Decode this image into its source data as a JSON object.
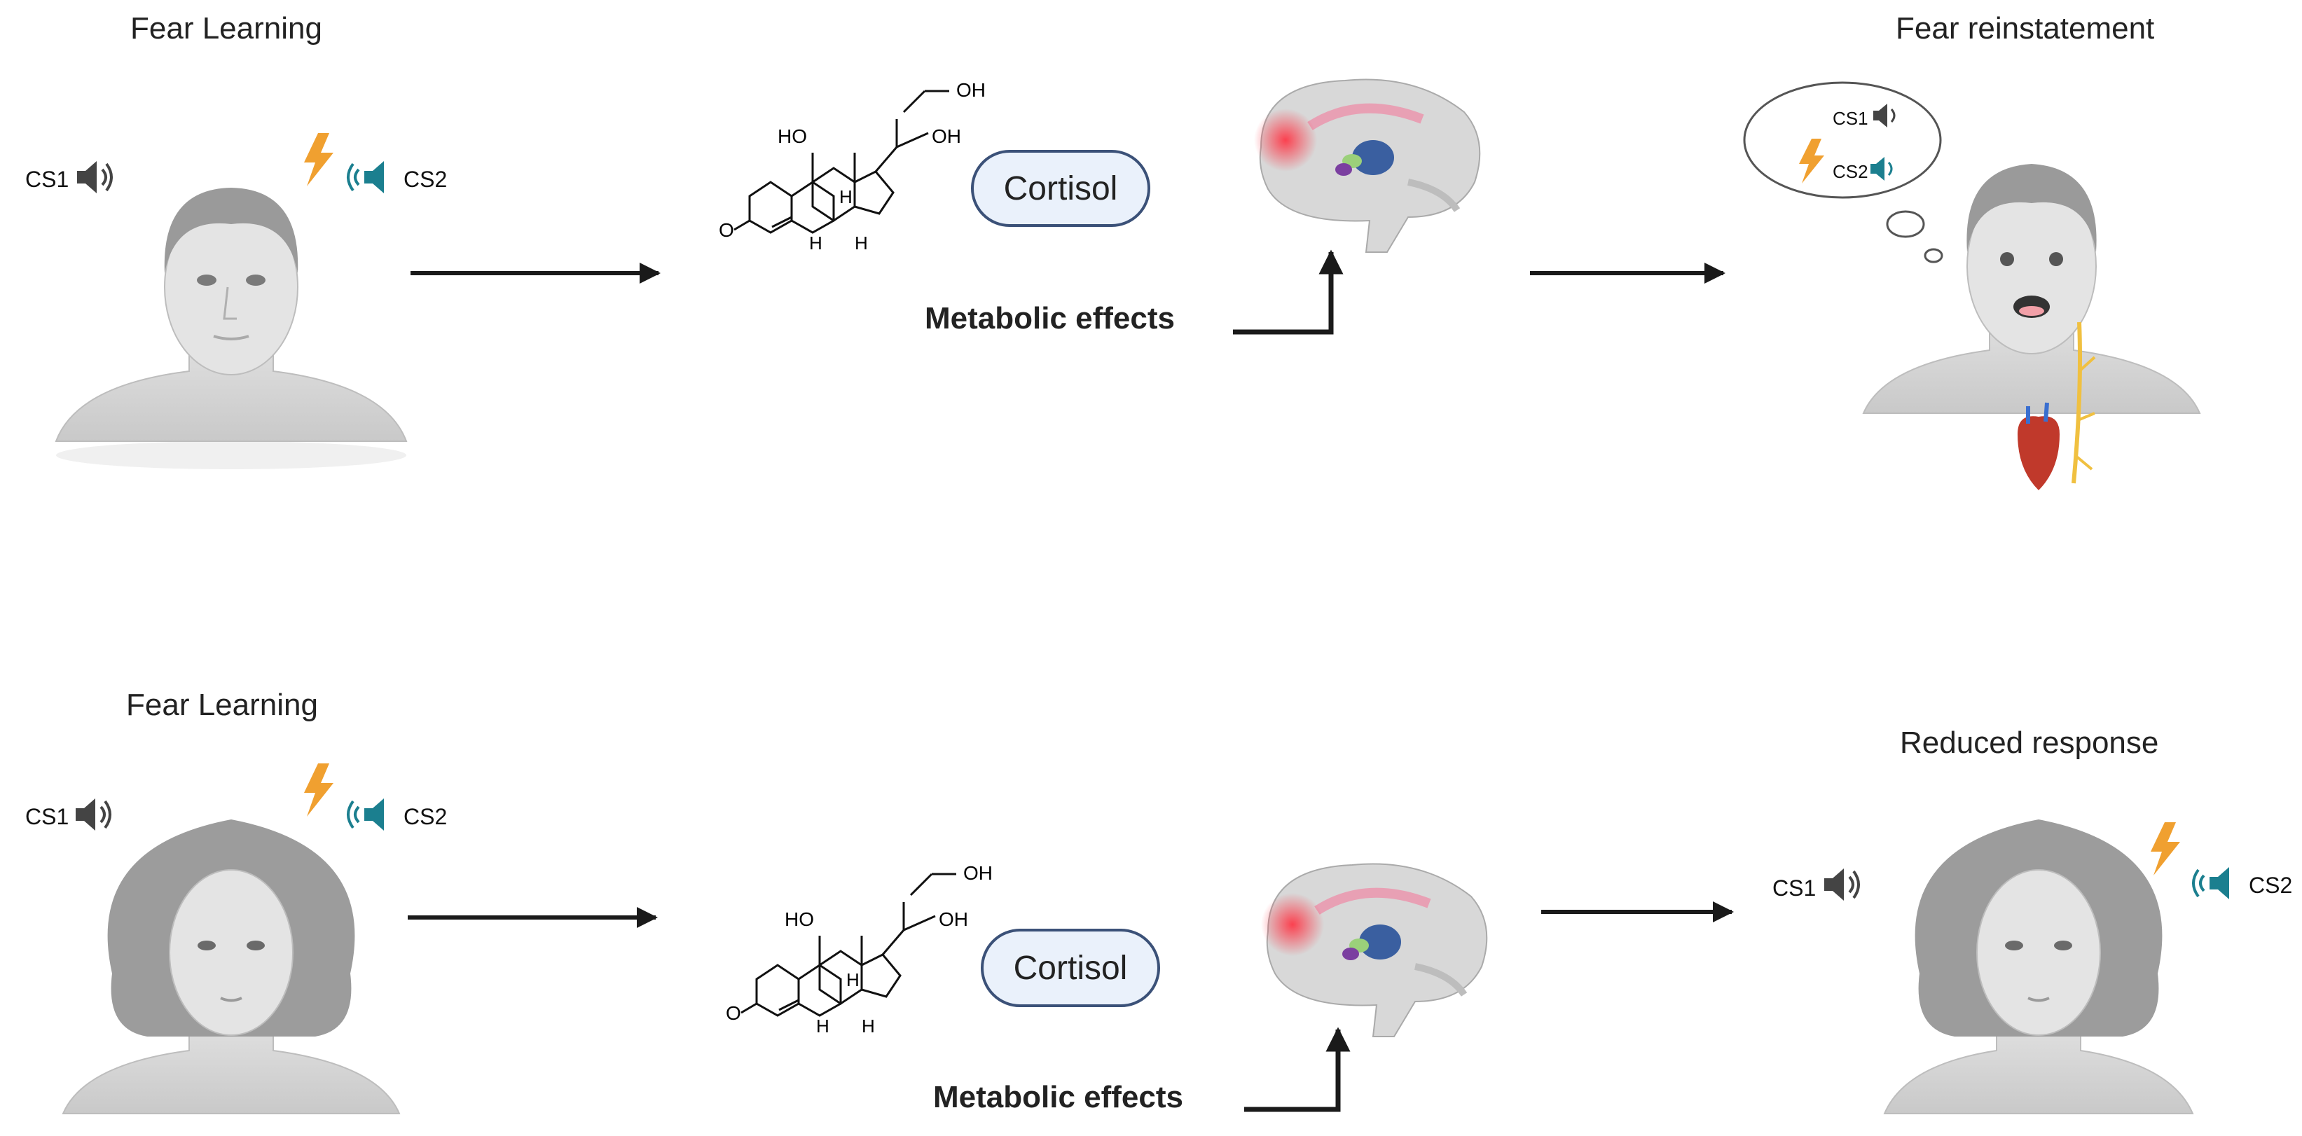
{
  "diagram": {
    "top_panel": {
      "left_title": "Fear Learning",
      "cs1": "CS1",
      "cs2": "CS2",
      "hormone": "Cortisol",
      "effects": "Metabolic effects",
      "right_title": "Fear reinstatement",
      "thought_cs1": "CS1",
      "thought_cs2": "CS2"
    },
    "bottom_panel": {
      "left_title": "Fear Learning",
      "cs1": "CS1",
      "cs2": "CS2",
      "hormone": "Cortisol",
      "effects": "Metabolic effects",
      "right_title": "Reduced response",
      "right_cs1": "CS1",
      "right_cs2": "CS2"
    },
    "molecule_labels": {
      "oh": "OH",
      "ho": "HO",
      "h": "H",
      "o": "O"
    },
    "colors": {
      "arrow": "#1a1a1a",
      "pill_border": "#3b5178",
      "pill_fill": "#eaf1fb",
      "cs1_speaker": "#444444",
      "cs2_speaker": "#1b7f8f",
      "shock": "#f0a030"
    }
  }
}
